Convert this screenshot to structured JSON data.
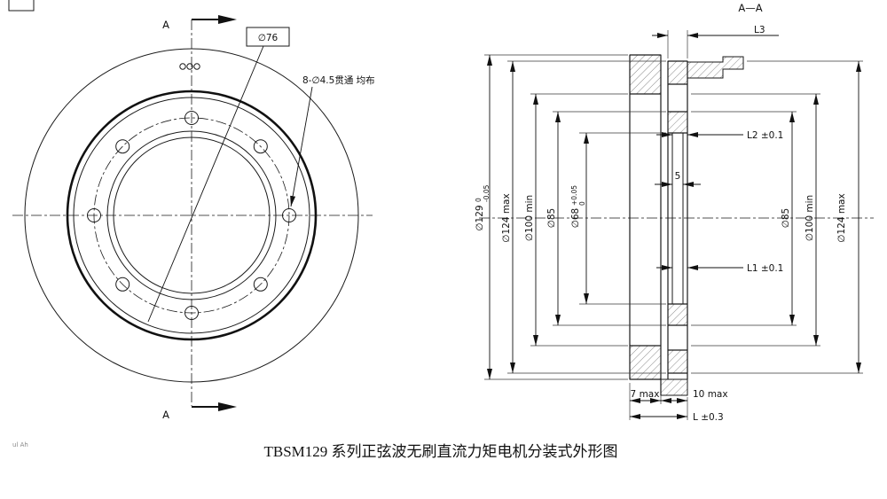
{
  "frame": {
    "corner_mark": "ul Ah"
  },
  "caption": "TBSM129 系列正弦波无刷直流力矩电机分装式外形图",
  "front_view": {
    "section_label_top": "A",
    "section_label_bottom": "A",
    "boxed_dim": "∅76",
    "holes_note": "8-∅4.5贯通 均布"
  },
  "section_view": {
    "title": "A—A",
    "dims": {
      "d129_main": "∅129",
      "d129_tol_top": "0",
      "d129_tol_bottom": "-0.05",
      "d124_left": "∅124 max",
      "d100_left": "∅100 min",
      "d85_left": "∅85",
      "d68_main": "∅68",
      "d68_tol_top": "+0.05",
      "d68_tol_bottom": "0",
      "d85_right": "∅85",
      "d100_right": "∅100 min",
      "d124_right": "∅124 max",
      "l3": "L3",
      "l2": "L2 ±0.1",
      "width5": "5",
      "l1": "L1 ±0.1",
      "max7": "7 max",
      "max10": "10 max",
      "l_total": "L ±0.3"
    }
  }
}
